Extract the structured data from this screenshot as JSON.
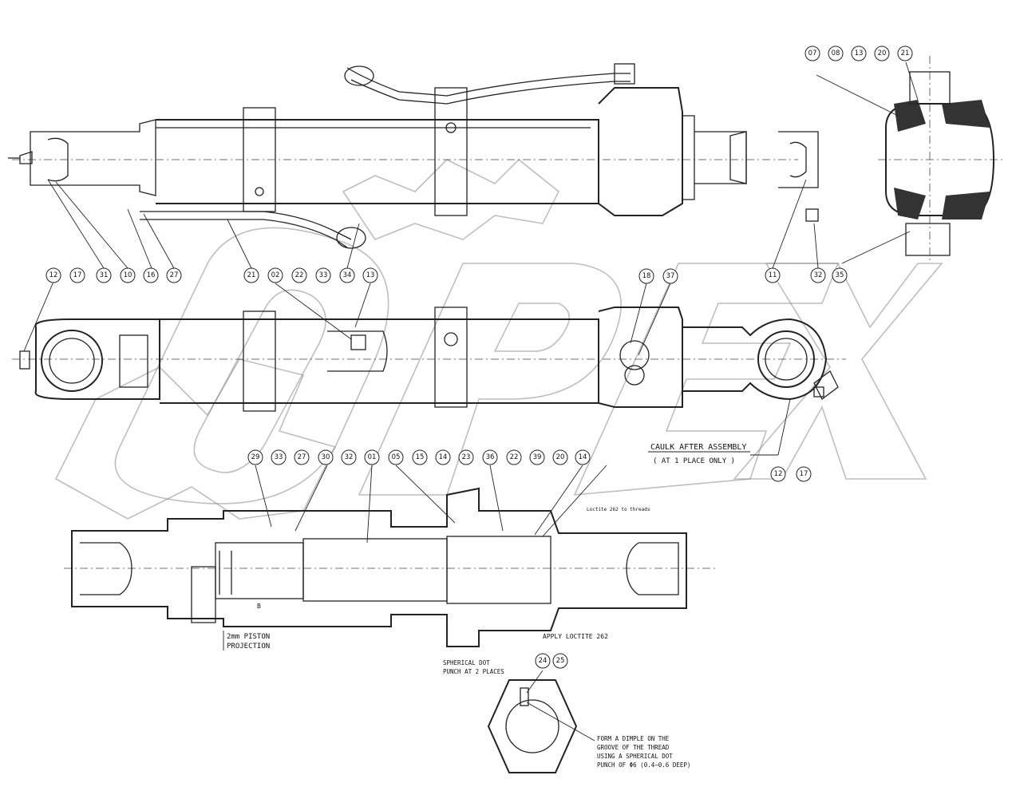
{
  "watermark": {
    "text": "OPEX"
  },
  "notes": {
    "caulk_line1": "CAULK AFTER ASSEMBLY",
    "caulk_line2": "( AT 1 PLACE ONLY )",
    "piston_line1": "2mm PISTON",
    "piston_line2": "PROJECTION",
    "loctite": "APPLY LOCTITE 262",
    "spherical_line1": "SPHERICAL DOT",
    "spherical_line2": "PUNCH AT 2 PLACES",
    "dimple_line1": "FORM A DIMPLE ON THE",
    "dimple_line2": "GROOVE OF THE THREAD",
    "dimple_line3": "USING A SPHERICAL DOT",
    "dimple_line4": "PUNCH OF Φ6 (0.4~0.6 DEEP)",
    "small_note": "Loctite 262 to threads",
    "gland_B": "B"
  },
  "balloons": {
    "top_right": [
      "07",
      "08",
      "13",
      "20",
      "21"
    ],
    "top_bottom_row": [
      "12",
      "17",
      "31",
      "10",
      "16",
      "27",
      "21",
      "02",
      "22",
      "33",
      "34",
      "13"
    ],
    "top_right_bottom": [
      "11",
      "32",
      "35"
    ],
    "mid_top": [
      "18",
      "37"
    ],
    "mid_bottom": [
      "12",
      "17"
    ],
    "section_row": [
      "29",
      "33",
      "27",
      "30",
      "32",
      "01",
      "05",
      "15",
      "14",
      "23",
      "36",
      "22",
      "39",
      "20",
      "14"
    ],
    "nut_detail": [
      "24",
      "25"
    ]
  }
}
